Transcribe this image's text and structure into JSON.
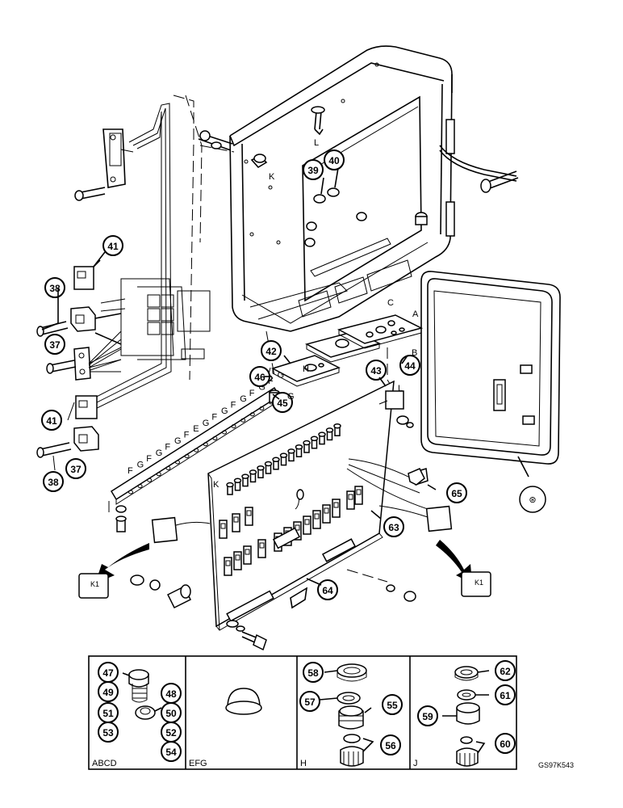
{
  "diagram": {
    "code": "GS97K543",
    "callouts": [
      {
        "id": "c37a",
        "text": "37"
      },
      {
        "id": "c37b",
        "text": "37"
      },
      {
        "id": "c38a",
        "text": "38"
      },
      {
        "id": "c38b",
        "text": "38"
      },
      {
        "id": "c39",
        "text": "39"
      },
      {
        "id": "c40",
        "text": "40"
      },
      {
        "id": "c41a",
        "text": "41"
      },
      {
        "id": "c41b",
        "text": "41"
      },
      {
        "id": "c42",
        "text": "42"
      },
      {
        "id": "c43",
        "text": "43"
      },
      {
        "id": "c44",
        "text": "44"
      },
      {
        "id": "c45",
        "text": "45"
      },
      {
        "id": "c46",
        "text": "46"
      },
      {
        "id": "c47",
        "text": "47"
      },
      {
        "id": "c48",
        "text": "48"
      },
      {
        "id": "c49",
        "text": "49"
      },
      {
        "id": "c50",
        "text": "50"
      },
      {
        "id": "c51",
        "text": "51"
      },
      {
        "id": "c52",
        "text": "52"
      },
      {
        "id": "c53",
        "text": "53"
      },
      {
        "id": "c54",
        "text": "54"
      },
      {
        "id": "c55",
        "text": "55"
      },
      {
        "id": "c56",
        "text": "56"
      },
      {
        "id": "c57",
        "text": "57"
      },
      {
        "id": "c58",
        "text": "58"
      },
      {
        "id": "c59",
        "text": "59"
      },
      {
        "id": "c60",
        "text": "60"
      },
      {
        "id": "c61",
        "text": "61"
      },
      {
        "id": "c62",
        "text": "62"
      },
      {
        "id": "c63",
        "text": "63"
      },
      {
        "id": "c64",
        "text": "64"
      },
      {
        "id": "c65",
        "text": "65"
      }
    ],
    "letters": {
      "K1": "K",
      "K2": "K",
      "L1": "L",
      "L2": "L",
      "A": "A",
      "B": "B",
      "C": "C",
      "H": "H",
      "G": "G",
      "strip": [
        "F",
        "G",
        "F",
        "G",
        "F",
        "G",
        "F",
        "E",
        "G",
        "F",
        "G",
        "F",
        "G",
        "F",
        "G",
        "F",
        "G"
      ]
    },
    "panels": [
      {
        "id": "p1",
        "label": "ABCD"
      },
      {
        "id": "p2",
        "label": "EFG"
      },
      {
        "id": "p3",
        "label": "H"
      },
      {
        "id": "p4",
        "label": "J"
      }
    ],
    "relay_labels": {
      "left": "K1",
      "right": "K1"
    }
  }
}
